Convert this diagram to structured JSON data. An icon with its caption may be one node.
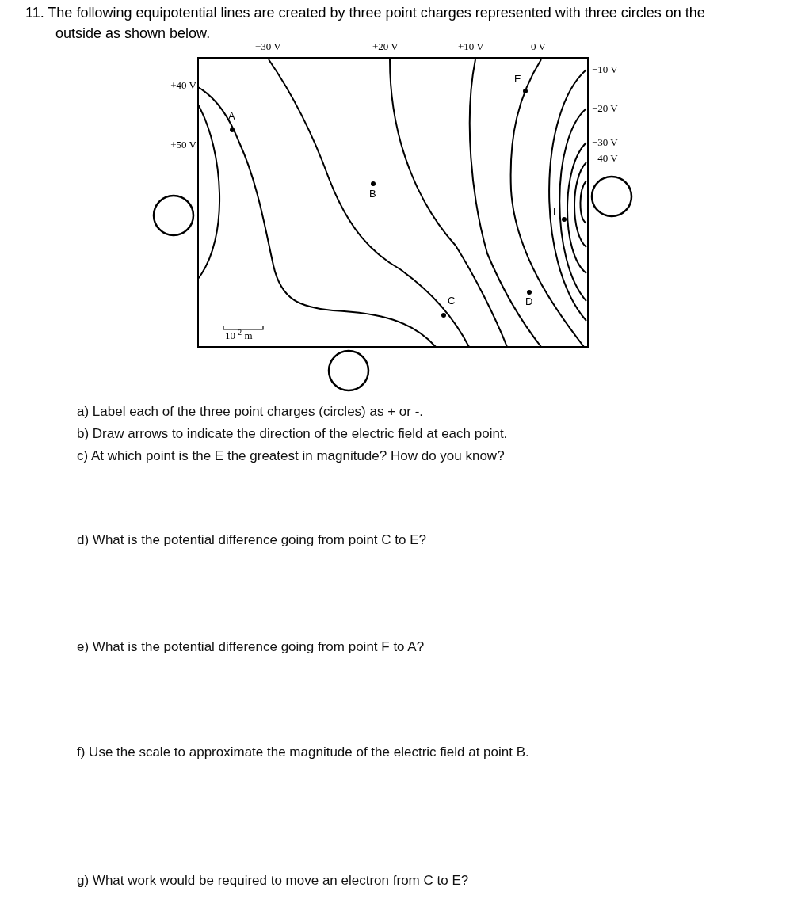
{
  "diagram": {
    "title": "11. The following equipotential lines are created by three point charges represented with three circles on the outside as shown below.",
    "labels": [
      "+30 V",
      "+20 V",
      "+10 V",
      "0 V",
      "−10 V",
      "+40 V",
      "E",
      "−20 V",
      "A",
      "+50 V",
      "−30 V",
      "−40 V",
      "B",
      "F",
      "C",
      "D",
      "10$^{-2}$ m",
      "a) Label each of the three point charges (circles) as + or -.",
      "b) Draw arrows to indicate the direction of the electric field at each point.",
      "c) At which point is the E the greatest in magnitude? How do you know?",
      "d) What is the potential difference going from point C to E?",
      "e) What is the potential difference going from point F to A?",
      "f) Use the scale to approximate the magnitude of the electric field at point B.",
      "g) What work would be required to move an electron from C to E?"
    ]
  }
}
